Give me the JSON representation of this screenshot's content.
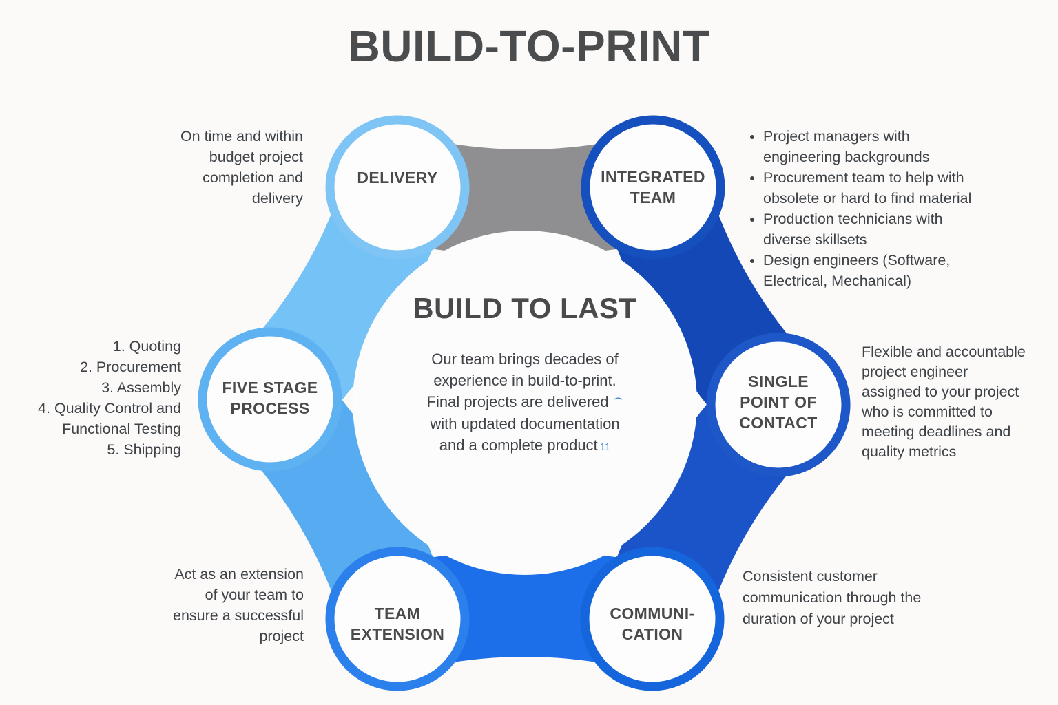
{
  "title": "BUILD-TO-PRINT",
  "center": {
    "heading": "BUILD TO LAST",
    "line1": "Our team brings decades of",
    "line2": "experience in build-to-print.",
    "line3": "Final projects are delivered",
    "caret_mark": "⌢",
    "line4": "with updated documentation",
    "line5": "and a complete product",
    "footnote": "11"
  },
  "nodes": {
    "delivery": {
      "label": "DELIVERY",
      "ring_color": "#7EC4F5",
      "note": "On time and within\nbudget project\ncompletion and\ndelivery"
    },
    "integrated_team": {
      "label": "INTEGRATED\nTEAM",
      "ring_color": "#164FBE",
      "bullets": [
        "Project managers with\nengineering backgrounds",
        "Procurement team to help with\nobsolete or hard to find material",
        "Production technicians with\ndiverse skillsets",
        "Design engineers (Software,\nElectrical, Mechanical)"
      ]
    },
    "five_stage_process": {
      "label": "FIVE STAGE\nPROCESS",
      "ring_color": "#5FB2F1",
      "steps": [
        "1. Quoting",
        "2. Procurement",
        "3. Assembly",
        "4. Quality Control and\nFunctional Testing",
        "5. Shipping"
      ]
    },
    "single_point_of_contact": {
      "label": "SINGLE\nPOINT OF\nCONTACT",
      "ring_color": "#1D57C8",
      "note": "Flexible and accountable\nproject engineer\nassigned to your project\nwho is committed to\nmeeting deadlines and\nquality metrics"
    },
    "team_extension": {
      "label": "TEAM\nEXTENSION",
      "ring_color": "#2B80EB",
      "note": "Act as an extension\nof your team to\nensure a successful\nproject"
    },
    "communication": {
      "label": "COMMUNI-\nCATION",
      "ring_color": "#1565DC",
      "note": "Consistent customer\ncommunication through the\nduration of your project"
    }
  },
  "connectors": {
    "delivery_integrated": "#8F8F92",
    "integrated_single": "#1348B6",
    "single_communication": "#1A54C8",
    "communication_team": "#1C6FE8",
    "team_five": "#57ACF1",
    "five_delivery": "#74C2F6"
  },
  "colors": {
    "background": "#FBFAF8",
    "hub_fill": "#FCFCFC",
    "node_fill": "#FDFDFD",
    "heading_text": "#4A4A4C",
    "body_text": "#3F4348",
    "annotation_blue": "#4C8FD8"
  }
}
